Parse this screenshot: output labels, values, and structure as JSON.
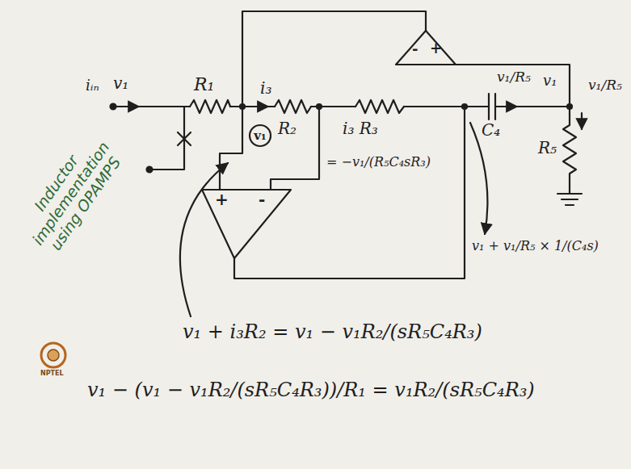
{
  "diagram": {
    "nodes": [
      {
        "text": [
          "-",
          "+"
        ]
      },
      {
        "text": [
          "v₁"
        ]
      },
      {
        "text": [
          "+",
          "-"
        ]
      }
    ],
    "labels": [
      "iᵢₙ",
      "v₁",
      "R₁",
      "i₃",
      "R₂",
      "i₃ R₃",
      "= −v₁/(R₅C₄sR₃)",
      "v₁/R₅",
      "v₁",
      "v₁/R₅",
      "C₄",
      "R₅",
      "v₁ + v₁/R₅ × 1/(C₄s)",
      "v₁ + i₃R₂ = v₁ − v₁R₂/(sR₅C₄R₃)",
      "v₁ − (v₁ − v₁R₂/(sR₅C₄R₃))/R₁ = v₁R₂/(sR₅C₄R₃)",
      "Inductor implementation using OPAMPS",
      "NPTEL"
    ]
  }
}
